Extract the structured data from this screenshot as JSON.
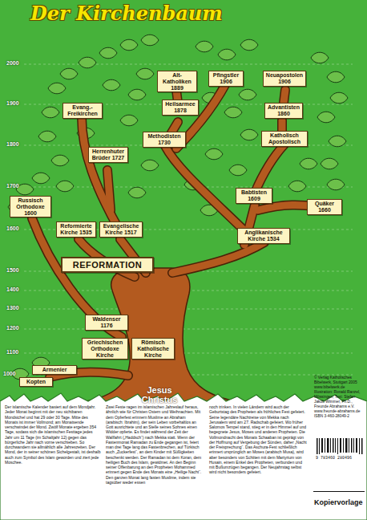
{
  "diagram": {
    "title": "Der Kirchenbaum",
    "nodes": [
      {
        "text": [
          "Evang.-Freikirchen"
        ]
      },
      {
        "text": [
          "Herrenhuter Brüder 1727"
        ]
      },
      {
        "text": [
          "Alt-Katholiken 1889"
        ]
      },
      {
        "text": [
          "Heilsarmee 1878"
        ]
      },
      {
        "text": [
          "Methodisten 1730"
        ]
      },
      {
        "text": [
          "Pfingstler 1906"
        ]
      },
      {
        "text": [
          "Neuapostolen 1906"
        ]
      },
      {
        "text": [
          "Advantisten 1860"
        ]
      },
      {
        "text": [
          "Katholisch Apostolisch"
        ]
      },
      {
        "text": [
          "Quäker 1660"
        ]
      },
      {
        "text": [
          "Babtisten 1609"
        ]
      },
      {
        "text": [
          "Anglikanische Kirche 1534"
        ]
      },
      {
        "text": [
          "Russisch Orthodoxe 1600"
        ]
      },
      {
        "text": [
          "Reformierte Kirche 1535"
        ]
      },
      {
        "text": [
          "Evangelische Kirche 1517"
        ]
      },
      {
        "text": [
          "REFORMATION"
        ]
      },
      {
        "text": [
          "Waldenser 1176"
        ]
      },
      {
        "text": [
          "Griechischen Orthodoxe Kirche"
        ]
      },
      {
        "text": [
          "Römisch Katholische Kirche"
        ]
      },
      {
        "text": [
          "Armenier"
        ]
      },
      {
        "text": [
          "Kopten"
        ]
      }
    ],
    "labels": [
      "2000",
      "1900",
      "1800",
      "1700",
      "1600",
      "1500",
      "1400",
      "1300",
      "1200",
      "1100",
      "1000",
      "Jesus Christus",
      "Der islamische Kalender basiert auf dem Mondjahr. Jeder Monat beginnt mit der neu sichtbaren Mondsichel und hat 29 oder 30 Tage. Mitte des Monats ist immer Vollmond; am Monatsende verschwindet der Mond. Zwölf Monate ergeben 354 Tage, sodass sich die islamischen Festtage jedes Jahr um 11 Tage (im Schaltjahr 12) gegen das bürgerliche Jahr nach vorne verschieben. So durchwandern sie allmählich alle Jahreszeiten. Der Mond, der in seiner schönen Sichelgestalt, ist deshalb auch zum Symbol des Islam geworden und ziert jede Moschee.",
      "Zwei Feste ragen im islamischen Jahreslauf heraus, ähnlich wie für Christen Ostern und Weihnachten. Mit dem Opferfest erinnern Muslime an Abraham (arabisch: Ibrahim), der sein Leben vorbehaltlos an Gott ausrichtete und an Stelle seines Sohnes einen Widder opferte. Es findet während der Zeit der Wallfahrt („Haddsch“) nach Mekka statt. Wenn der Fastenmonat Ramadan zu Ende gegangen ist, feiert man drei Tage lang das Fastenbrechen, auf Türkisch auch „Zuckerfest“, an dem Kinder mit Süßigkeiten beschenkt werden. Der Ramadan ist dem Koran, dem heiligen Buch des Islam, gewidmet. An den Beginn seiner Offenbarung an den Propheten Mohammed erinnert gegen Ende des Monats eine „Heilige Nacht“. Den ganzen Monat lang fasten Muslime, indem sie tagsüber weder essen",
      "noch trinken. In vielen Ländern wird auch der Geburtstag des Propheten als fröhliches Fest gefeiert. Seine legendäre Nachtreise von Mekka nach Jerusalem wird am 27. Radschab gefeiert. Wo früher Salomos Tempel stand, stieg er in den Himmel auf und begegnete Jesus, Moses und anderen Propheten. Die Vollmondnacht des Monats Schaaban ist geprägt von der Hoffnung auf Vergebung der Sünden, daher „Nacht der Freisprechung“. Das Aschura-Fest schließlich erinnert ursprünglich an Moses (arabisch Musa), wird aber besonders von Schiiten mit dem Martyrium von Husain, einem Enkel des Propheten, verbunden und mit Bußumzügen begangen. Der Neujahrstag selbst wird nicht besonders gefeiert.",
      "© Verlag Katholisches Bibelwerk, Stuttgart 2005 www.bibelwerk.de Illustration: Ronald Ranzel, Mössingen; Text: Stefan Jakob Wimmer, Ph.D., Freunde Abrahams e.V. www.freunde-abrahams.de ISBN 3-460-28049-2",
      "9 783460 280496",
      "Kopiervorlage"
    ]
  }
}
